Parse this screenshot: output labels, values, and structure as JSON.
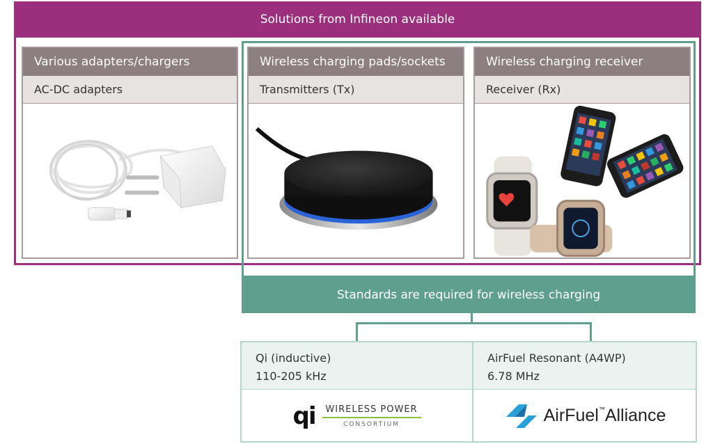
{
  "header": {
    "title": "Solutions from Infineon available"
  },
  "cards": [
    {
      "title": "Various adapters/chargers",
      "subtitle": "AC-DC adapters",
      "image": "ac-dc-adapter-image"
    },
    {
      "title": "Wireless charging pads/sockets",
      "subtitle": "Transmitters (Tx)",
      "image": "wireless-charging-pad-image"
    },
    {
      "title": "Wireless charging receiver",
      "subtitle": "Receiver (Rx)",
      "image": "smartwatch-and-phones-image"
    }
  ],
  "standards": {
    "title": "Standards are required for wireless charging",
    "items": [
      {
        "name": "Qi (inductive)",
        "freq": "110-205 kHz",
        "logo": {
          "mark": "qi",
          "line1": "WIRELESS POWER",
          "line2": "CONSORTIUM"
        }
      },
      {
        "name": "AirFuel Resonant (A4WP)",
        "freq": "6.78 MHz",
        "logo": {
          "brand": "AirFuel",
          "tm": "™",
          "suffix": "Alliance"
        }
      }
    ]
  },
  "colors": {
    "magenta": "#9b2f7d",
    "green": "#5e9f8d",
    "card_header": "#8c7e81",
    "card_sub": "#e7e3e3"
  }
}
